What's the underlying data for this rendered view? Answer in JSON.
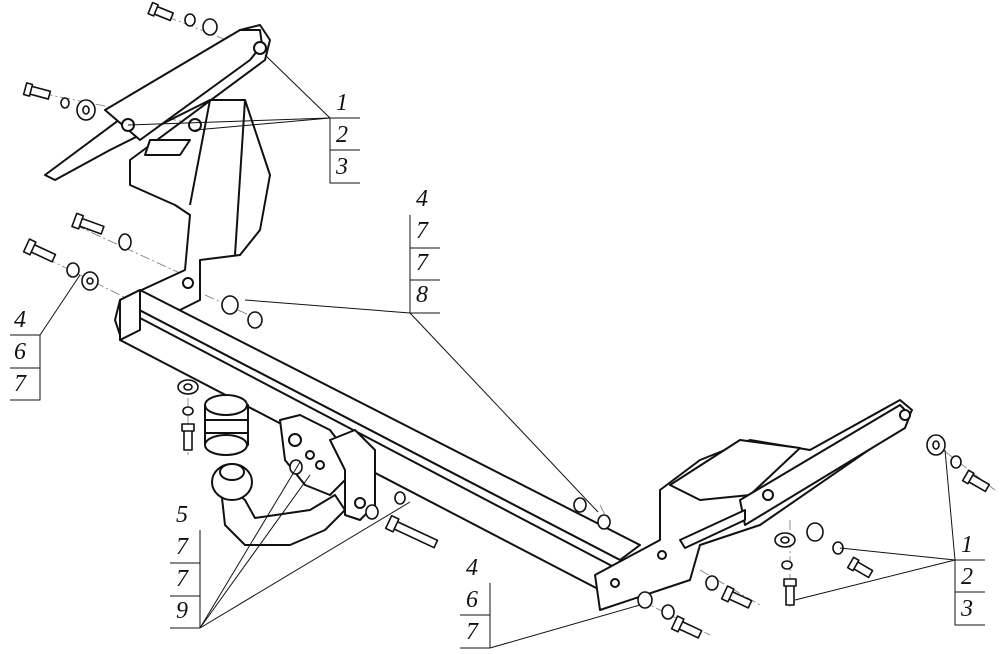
{
  "callouts": [
    {
      "id": "upper-left-bracket",
      "items": [
        "1",
        "2",
        "3"
      ]
    },
    {
      "id": "center-bolts",
      "items": [
        "4",
        "7",
        "7",
        "8"
      ]
    },
    {
      "id": "left-bolts",
      "items": [
        "4",
        "6",
        "7"
      ]
    },
    {
      "id": "tow-ball",
      "items": [
        "5",
        "7",
        "7",
        "9"
      ]
    },
    {
      "id": "lower-bolts",
      "items": [
        "4",
        "6",
        "7"
      ]
    },
    {
      "id": "right-bracket",
      "items": [
        "1",
        "2",
        "3"
      ]
    }
  ],
  "colors": {
    "line": "#111111",
    "fill": "#ffffff",
    "dash": "#555555"
  }
}
